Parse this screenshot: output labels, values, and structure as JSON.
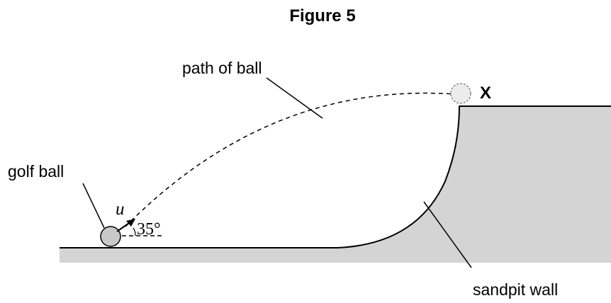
{
  "figure": {
    "title": "Figure 5",
    "labels": {
      "path_of_ball": "path of ball",
      "point_x": "X",
      "golf_ball": "golf ball",
      "velocity": "u",
      "angle": "35°",
      "sandpit_wall": "sandpit wall"
    },
    "colors": {
      "ground_fill": "#d4d4d4",
      "line": "#000000",
      "ball_fill": "#c8c8c8",
      "ghost_ball_stroke": "#8a8a8a",
      "ghost_ball_fill": "#ececec"
    }
  }
}
